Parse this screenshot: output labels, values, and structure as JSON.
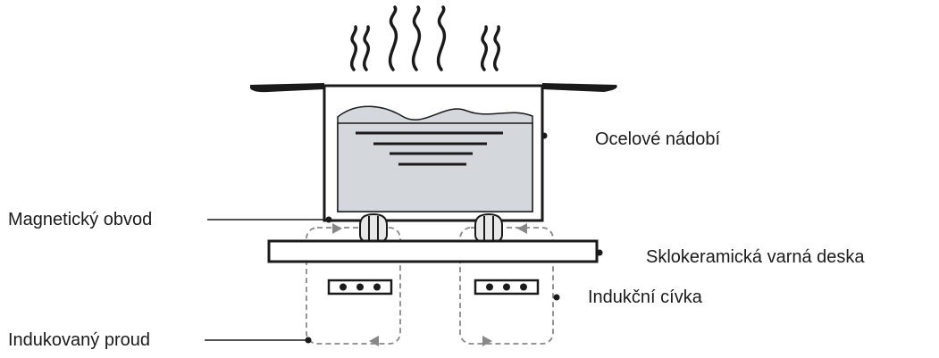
{
  "labels": {
    "cookware": "Ocelové nádobí",
    "magnetic_circuit": "Magnetický obvod",
    "glass_ceramic_hob": "Sklokeramická varná deska",
    "induction_coil": "Indukční cívka",
    "induced_current": "Indukovaný proud"
  },
  "colors": {
    "line": "#1a1a1a",
    "food_fill": "#d4d7dc",
    "dashed_path": "#888888"
  }
}
